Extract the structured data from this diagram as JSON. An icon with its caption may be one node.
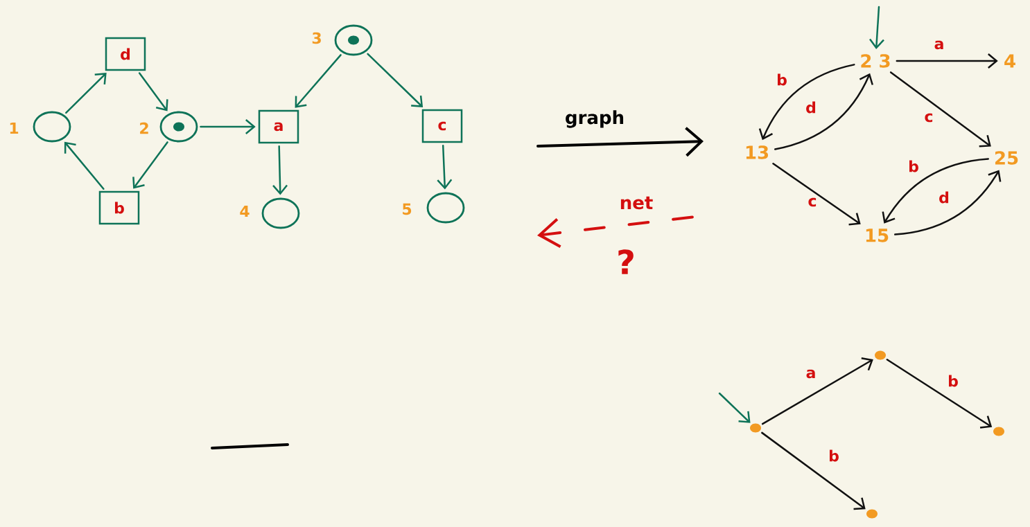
{
  "diagram": {
    "nodes": [
      {
        "text": [],
        "shape": "circle",
        "beside": [
          "1"
        ]
      },
      {
        "text": [
          "d"
        ]
      },
      {
        "text": [],
        "shape": "circle",
        "beside": [
          "2"
        ]
      },
      {
        "text": [],
        "shape": "dot",
        "in": 2
      },
      {
        "text": [
          "b"
        ]
      },
      {
        "text": [
          "a"
        ]
      },
      {
        "text": [],
        "shape": "circle",
        "beside": [
          "3"
        ]
      },
      {
        "text": [],
        "shape": "dot",
        "in": 6
      },
      {
        "text": [
          "c"
        ]
      },
      {
        "text": [],
        "shape": "circle",
        "beside": [
          "4"
        ]
      },
      {
        "text": [],
        "shape": "circle",
        "beside": [
          "5"
        ]
      },
      {
        "text": [
          "2 3"
        ]
      },
      {
        "text": [
          "4"
        ]
      },
      {
        "text": [
          "13"
        ]
      },
      {
        "text": [
          "25"
        ]
      },
      {
        "text": [
          "15"
        ]
      },
      {
        "text": [],
        "shape": "dot"
      },
      {
        "text": [],
        "shape": "dot"
      },
      {
        "text": [],
        "shape": "dot"
      },
      {
        "text": [],
        "shape": "dot"
      }
    ],
    "edges": [
      {
        "from": 0,
        "to": 1,
        "arrow": "to"
      },
      {
        "from": 1,
        "to": 2,
        "arrow": "to"
      },
      {
        "from": 2,
        "to": 4,
        "arrow": "to"
      },
      {
        "from": 4,
        "to": 0,
        "arrow": "to"
      },
      {
        "from": 2,
        "to": 5,
        "arrow": "to"
      },
      {
        "from": 6,
        "to": 5,
        "arrow": "to"
      },
      {
        "from": 6,
        "to": 8,
        "arrow": "to"
      },
      {
        "from": 5,
        "to": 9,
        "arrow": "to"
      },
      {
        "from": 8,
        "to": 10,
        "arrow": "to"
      },
      {
        "from": null,
        "to": 11,
        "arrow": "to"
      },
      {
        "from": 11,
        "to": 12,
        "arrow": "to",
        "label": "a",
        "color": "#111111"
      },
      {
        "from": 11,
        "to": 13,
        "arrow": "to",
        "label": "b",
        "color": "#111111"
      },
      {
        "from": 13,
        "to": 11,
        "arrow": "to",
        "label": "d",
        "color": "#111111"
      },
      {
        "from": 11,
        "to": 14,
        "arrow": "to",
        "label": "c",
        "color": "#111111"
      },
      {
        "from": 13,
        "to": 15,
        "arrow": "to",
        "label": "c",
        "color": "#111111"
      },
      {
        "from": 14,
        "to": 15,
        "arrow": "to",
        "label": "b",
        "color": "#111111"
      },
      {
        "from": 15,
        "to": 14,
        "arrow": "to",
        "label": "d",
        "color": "#111111"
      },
      {
        "from": null,
        "to": 17,
        "arrow": "to"
      },
      {
        "from": 17,
        "to": 16,
        "arrow": "to",
        "label": "a",
        "color": "#111111"
      },
      {
        "from": 17,
        "to": 19,
        "arrow": "to",
        "label": "b",
        "color": "#111111"
      },
      {
        "from": 16,
        "to": 18,
        "arrow": "to",
        "label": "b",
        "color": "#111111"
      }
    ],
    "labels": [
      "graph",
      "net",
      "?"
    ]
  }
}
